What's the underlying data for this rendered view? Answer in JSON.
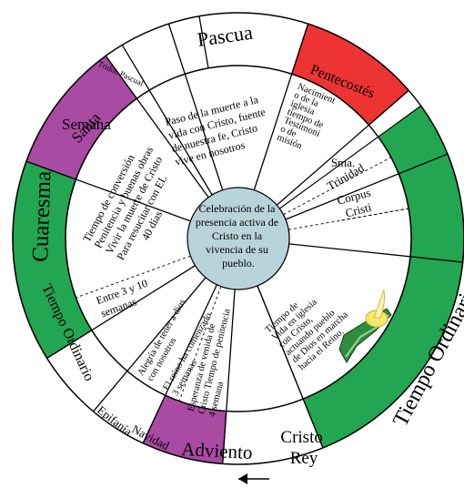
{
  "center_text": [
    "Celebración de la",
    "presencia activa de",
    "Cristo en la",
    "vivencia de su",
    "pueblo."
  ],
  "outer_ring": {
    "pascua": "Pascua",
    "pentecostes": "Pentecostés",
    "tiempo_ordinario_right": "Tiempo Ordinario",
    "cristo_rey": [
      "Cristo",
      "Rey"
    ],
    "adviento": "Adviento",
    "navidad": "Navidad",
    "epifania": "Epifanía",
    "tiempo_ordinario_left": "Tiempo Ordinario",
    "cuaresma": "Cuaresma",
    "semana_santa": [
      "Semana",
      "Santa"
    ],
    "triduo_pascual": "Triduo Pascual",
    "sma_trinidad": [
      "Sma.",
      "Trinidad"
    ],
    "corpus_cristi": [
      "Corpus",
      "Cristi"
    ]
  },
  "inner_ring": {
    "pascua": [
      "Paso de la muerte a la",
      "vida con Cristo, fuente",
      "de nuestra fe, Cristo",
      "vive en nosotros"
    ],
    "pentecostes": [
      "Nacimient",
      "o de la",
      "iglesia",
      "tiempo de",
      "Testimoni",
      "o de",
      "misión"
    ],
    "tiempo_ordinario": [
      "Tiempo de",
      "Vida en iglesia",
      "con Cristo,",
      "actuando pueblo",
      "de Dios en marcha",
      "hacia el Reino."
    ],
    "adviento": [
      "Esperanza de venida de",
      "Cristo Tiempo de penitencia",
      "4 semana"
    ],
    "navidad": [
      "Alegría de tener a dios",
      "con nosotros",
      "El reino ha comenzado",
      "3 semanas"
    ],
    "tiempo_ordinario_left": [
      "Entre 3 y 10",
      "semanas"
    ],
    "cuaresma": [
      "Tiempo de conversión",
      "Penitencia y buenas obras",
      "Vivir la muerte de Cristo",
      "Para resucitar con EL",
      "40 días"
    ]
  },
  "colors": {
    "pentecostes": "#ee3433",
    "tiempo_ordinario": "#22a652",
    "cuaresma_adviento": "#a94aa3",
    "center": "#b9d3db",
    "line": "#000000"
  },
  "icons": [
    "arrow-left-icon",
    "candle-flame-icon"
  ]
}
